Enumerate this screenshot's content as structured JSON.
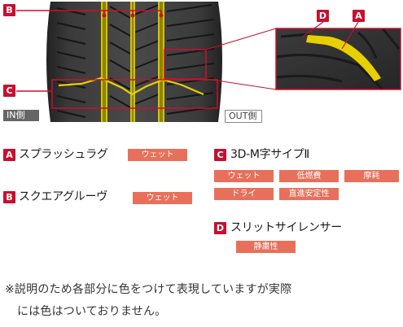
{
  "side_labels": {
    "in": "IN側",
    "out": "OUT側"
  },
  "callout_letters": {
    "a": "A",
    "b": "B",
    "c": "C",
    "d": "D"
  },
  "features": [
    {
      "letter": "A",
      "name": "スプラッシュラグ",
      "tags": [
        "ウェット"
      ]
    },
    {
      "letter": "B",
      "name": "スクエアグルーヴ",
      "tags": [
        "ウェット"
      ]
    },
    {
      "letter": "C",
      "name": "3D-M字サイプⅡ",
      "tags": [
        "ウェット",
        "低燃費",
        "摩耗",
        "ドライ",
        "直進安定性"
      ]
    },
    {
      "letter": "D",
      "name": "スリットサイレンサー",
      "tags": [
        "静粛性"
      ]
    }
  ],
  "note": {
    "line1": "※説明のため各部分に色をつけて表現していますが実際",
    "line2": "には色はついておりません。"
  },
  "colors": {
    "accent_red": "#c8102e",
    "tag_salmon": "#e8705a",
    "highlight_yellow": "#e8d000",
    "tread_dark": "#2a2a2a"
  }
}
